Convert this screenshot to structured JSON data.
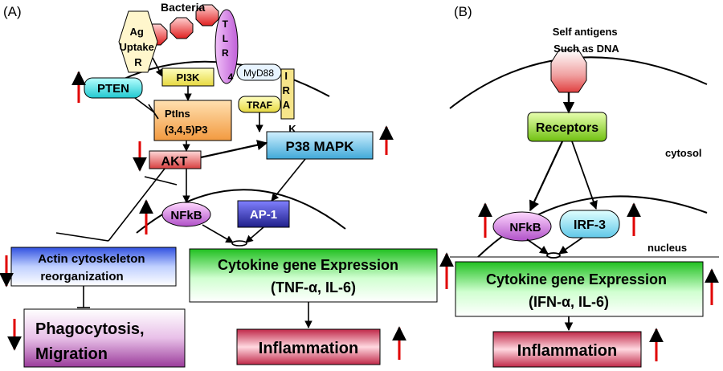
{
  "panel_a": {
    "label": "(A)",
    "bacteria": "Bacteria",
    "ag_uptake": [
      "Ag",
      "Uptake",
      "R"
    ],
    "tlr4": [
      "T",
      "L",
      "R",
      "4"
    ],
    "myd88": "MyD88",
    "irak": [
      "I",
      "R",
      "A",
      "K"
    ],
    "pi3k": "PI3K",
    "pten": "PTEN",
    "ptins": [
      "PtIns",
      "(3,4,5)P3"
    ],
    "traf": "TRAF",
    "akt": "AKT",
    "p38": "P38 MAPK",
    "nfkb": "NFkB",
    "ap1": "AP-1",
    "actin": [
      "Actin cytoskeleton",
      "reorganization"
    ],
    "cytokine": [
      "Cytokine gene Expression",
      "(TNF-α, IL-6)"
    ],
    "phago": [
      "Phagocytosis,",
      "Migration"
    ],
    "inflammation": "Inflammation"
  },
  "panel_b": {
    "label": "(B)",
    "self_antigens": [
      "Self antigens",
      "Such as DNA"
    ],
    "receptors": "Receptors",
    "cytosol": "cytosol",
    "nfkb": "NFkB",
    "irf3": "IRF-3",
    "nucleus": "nucleus",
    "cytokine": [
      "Cytokine gene Expression",
      "(IFN-α, IL-6)"
    ],
    "inflammation": "Inflammation"
  },
  "colors": {
    "arrow_red": "#e00000",
    "pten": "#33e0e0",
    "pi3k": "#f2f27a",
    "ptins": "#f9b36b",
    "akt": "#e87070",
    "p38": "#5fc0e0",
    "nfkb": "#c060d0",
    "ap1": "#3030b0",
    "actin": "#3a64e0",
    "cytokine": "#2fcf2f",
    "phago": "#a040a0",
    "inflammation": "#c03050",
    "tlr4": "#d080e0",
    "receptors": "#8cd020"
  }
}
